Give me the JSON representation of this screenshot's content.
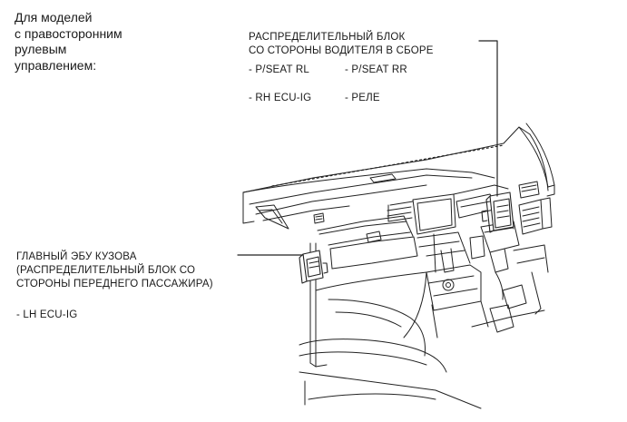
{
  "note": {
    "lines": [
      "Для моделей",
      "с правосторонним",
      "рулевым",
      "управлением:"
    ]
  },
  "driver_block": {
    "title_lines": [
      "РАСПРЕДЕЛИТЕЛЬНЫЙ БЛОК",
      "СО СТОРОНЫ ВОДИТЕЛЯ В СБОРЕ"
    ],
    "items": [
      "- P/SEAT RL",
      "- P/SEAT RR",
      "- RH ECU-IG",
      "- РЕЛЕ"
    ]
  },
  "body_ecu": {
    "title_lines": [
      "ГЛАВНЫЙ ЭБУ КУЗОВА",
      "(РАСПРЕДЕЛИТЕЛЬНЫЙ БЛОК СО",
      "СТОРОНЫ ПЕРЕДНЕГО ПАССАЖИРА)"
    ],
    "items": [
      "- LH ECU-IG"
    ]
  }
}
